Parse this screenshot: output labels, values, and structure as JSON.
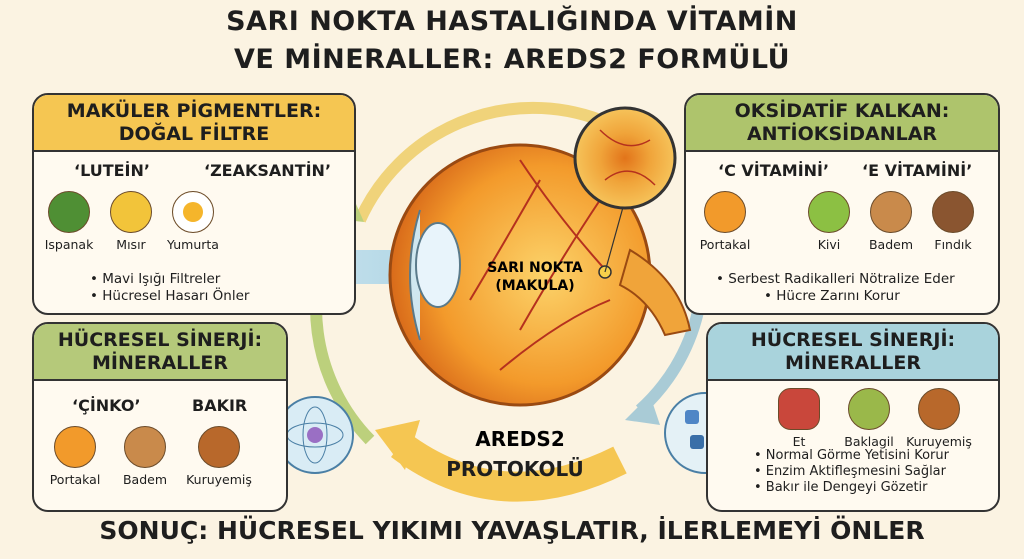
{
  "title": {
    "line1": "SARI NOKTA HASTALIĞINDA VİTAMİN",
    "line2": "VE MİNERALLER: AREDS2 FORMÜLÜ"
  },
  "panels": {
    "top_left": {
      "heading1": "MAKÜLER PİGMENTLER:",
      "heading2": "DOĞAL FİLTRE",
      "color": "#f5c652",
      "sub1": "‘LUTEİN’",
      "sub2": "‘ZEAKSANTİN’",
      "foods": [
        "Ispanak",
        "Mısır",
        "Yumurta"
      ],
      "bullets": [
        "• Mavi Işığı Filtreler",
        "• Hücresel Hasarı Önler"
      ]
    },
    "bottom_left": {
      "heading1": "HÜCRESEL SİNERJİ:",
      "heading2": "MİNERALLER",
      "color": "#b5c97a",
      "sub1": "‘ÇİNKO’",
      "sub2": "BAKIR",
      "foods": [
        "Portakal",
        "Badem",
        "Kuruyemiş"
      ]
    },
    "top_right": {
      "heading1": "OKSİDATİF KALKAN:",
      "heading2": "ANTİOKSİDANLAR",
      "color": "#aec46c",
      "sub1": "‘C VİTAMİNİ’",
      "sub2": "‘E VİTAMİNİ’",
      "foods": [
        "Portakal",
        "Kivi",
        "Badem",
        "Fındık"
      ],
      "bullets": [
        "• Serbest Radikalleri Nötralize Eder",
        "• Hücre Zarını Korur"
      ]
    },
    "bottom_right": {
      "heading1": "HÜCRESEL SİNERJİ:",
      "heading2": "MİNERALLER",
      "color": "#a9d3dc",
      "foods": [
        "Et",
        "Baklagil",
        "Kuruyemiş"
      ],
      "bullets": [
        "• Normal Görme Yetisini Korur",
        "• Enzim Aktifleşmesini Sağlar",
        "• Bakır ile Dengeyi Gözetir"
      ]
    }
  },
  "eye": {
    "label1": "SARI NOKTA",
    "label2": "(MAKULA)"
  },
  "protocol": {
    "line1": "AREDS2",
    "line2": "PROTOKOLÜ"
  },
  "footer": "SONUÇ: HÜCRESEL YIKIMI YAVAŞLATIR, İLERLEMEYİ ÖNLER"
}
